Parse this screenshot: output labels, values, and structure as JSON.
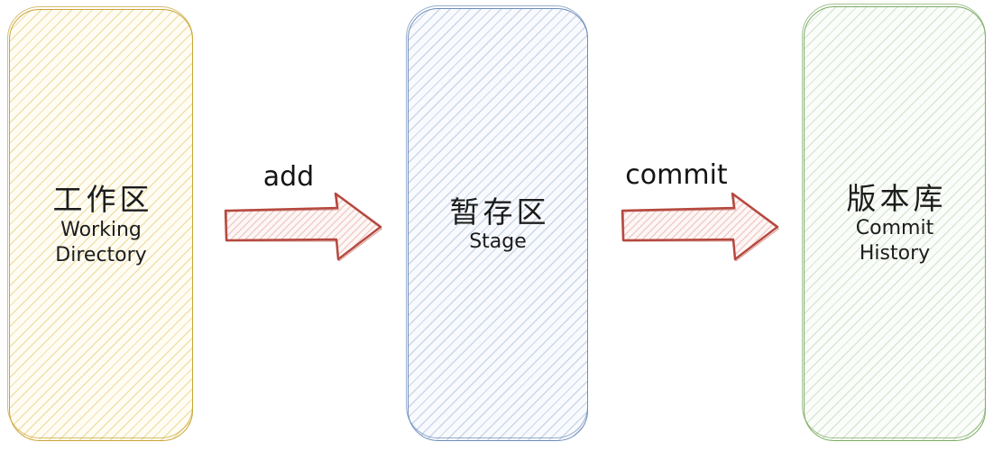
{
  "diagram": {
    "title": "git-workflow-diagram",
    "background_color": "#ffffff",
    "text_color": "#1c1c1c",
    "boxes": [
      {
        "id": "working-directory",
        "title": "工作区",
        "subtitle_line1": "Working",
        "subtitle_line2": "Directory",
        "border_color": "#c9a437",
        "fill_color": "#fffdf3",
        "hatch_color": "#f0e0ae"
      },
      {
        "id": "stage",
        "title": "暂存区",
        "subtitle_line1": "Stage",
        "subtitle_line2": "",
        "border_color": "#6e8cba",
        "fill_color": "#f8fafd",
        "hatch_color": "#ccd6ea"
      },
      {
        "id": "commit-history",
        "title": "版本库",
        "subtitle_line1": "Commit",
        "subtitle_line2": "History",
        "border_color": "#7aaa63",
        "fill_color": "#fbfdfa",
        "hatch_color": "#d9e7d4"
      }
    ],
    "arrows": [
      {
        "id": "add-arrow",
        "label": "add",
        "from": "working-directory",
        "to": "stage",
        "stroke_color": "#b5483e",
        "hatch_color": "#efc9c3"
      },
      {
        "id": "commit-arrow",
        "label": "commit",
        "from": "stage",
        "to": "commit-history",
        "stroke_color": "#b5483e",
        "hatch_color": "#efc9c3"
      }
    ]
  }
}
